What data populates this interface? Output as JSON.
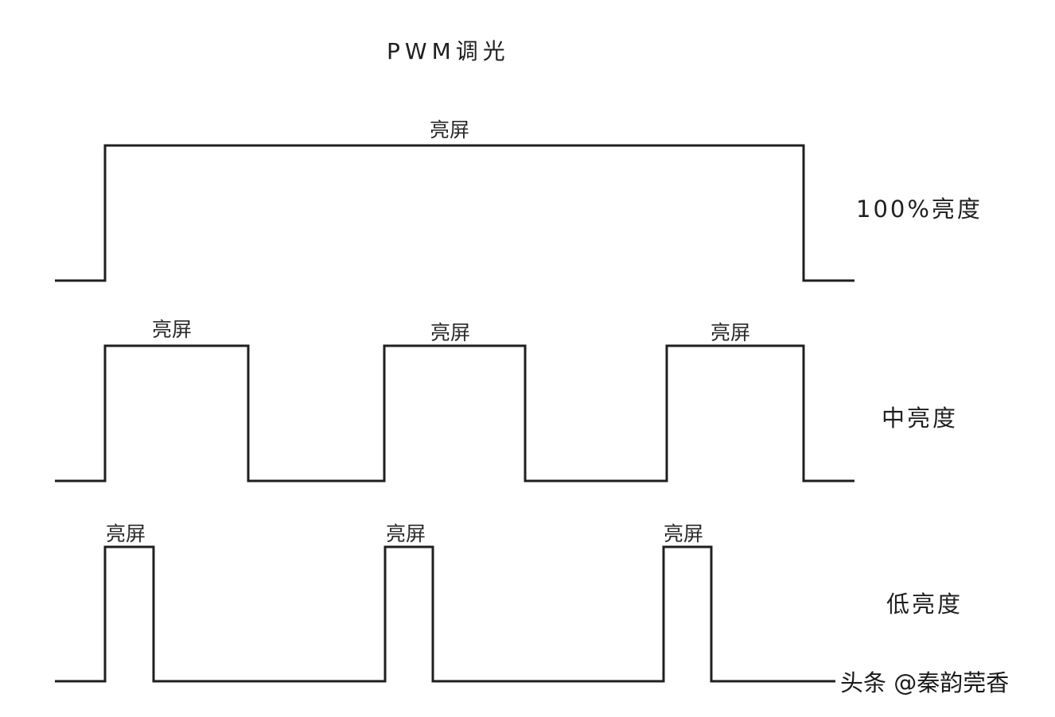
{
  "title": "PWM调光",
  "pulse_label": "亮屏",
  "watermark": "头条 @秦韵莞香",
  "rows": [
    {
      "label": "100%亮度",
      "pulses": 1
    },
    {
      "label": "中亮度",
      "pulses": 3
    },
    {
      "label": "低亮度",
      "pulses": 3
    }
  ]
}
